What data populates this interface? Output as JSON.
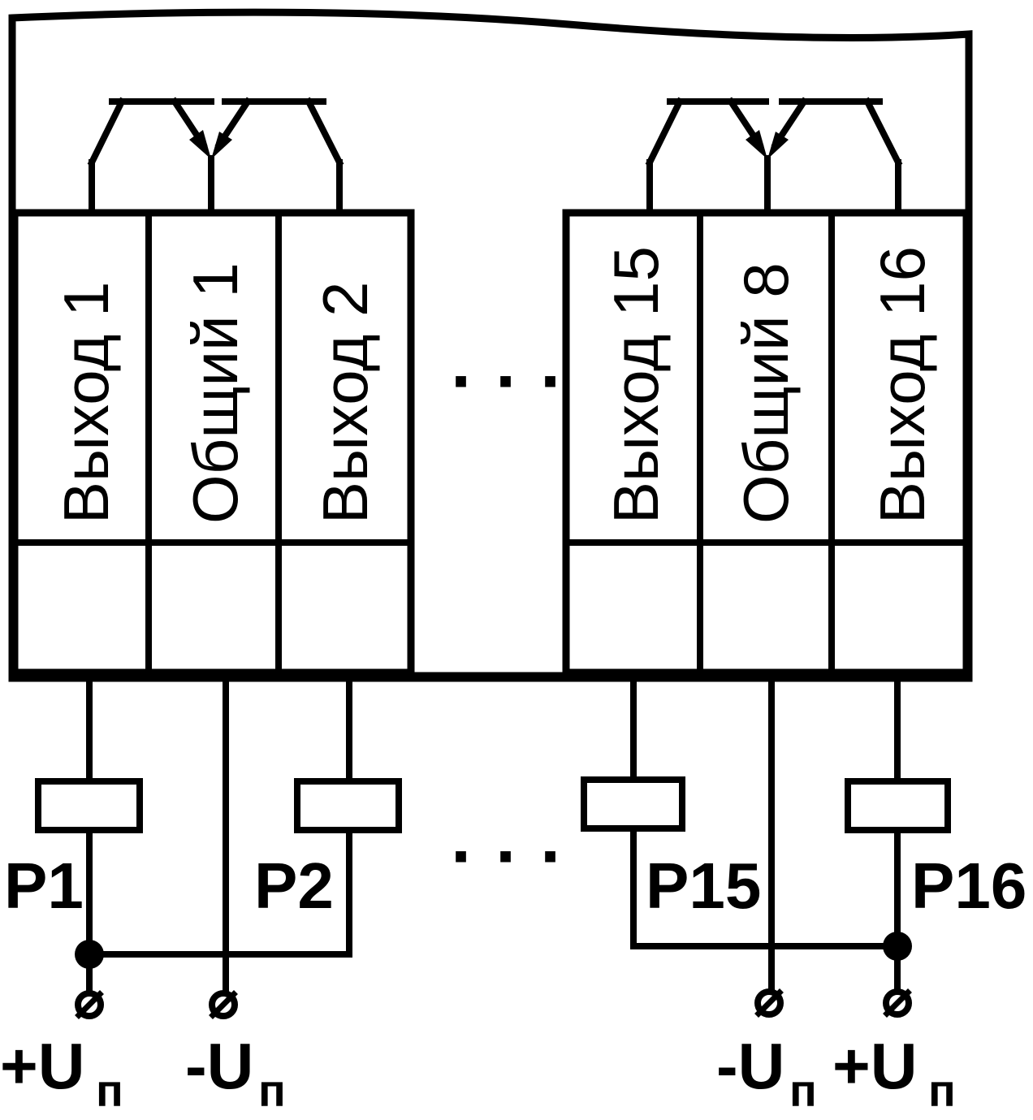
{
  "left_group": {
    "terminals": [
      "Выход 1",
      "Общий 1",
      "Выход 2"
    ],
    "relays": [
      "P1",
      "P2"
    ],
    "supply_plus": "+U",
    "supply_minus": "-U"
  },
  "right_group": {
    "terminals": [
      "Выход 15",
      "Общий 8",
      "Выход 16"
    ],
    "relays": [
      "P15",
      "P16"
    ],
    "supply_minus": "-U",
    "supply_plus": "+U"
  },
  "supply_subscript": "п",
  "ellipsis": "· · ·",
  "colors": {
    "line": "#000000",
    "background": "#ffffff"
  }
}
